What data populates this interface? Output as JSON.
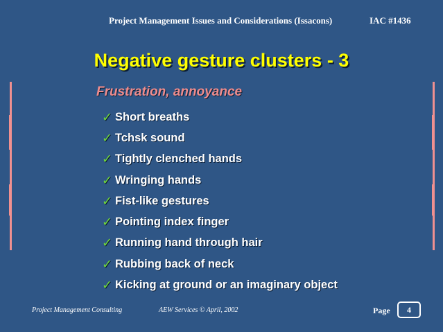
{
  "header": {
    "title": "Project Management Issues and Considerations (Issacons)",
    "code": "IAC #1436"
  },
  "slide": {
    "title": "Negative gesture clusters - 3",
    "subtitle": "Frustration, annoyance",
    "check_glyph": "✓",
    "bullets": [
      "Short breaths",
      "Tchsk sound",
      "Tightly clenched hands",
      "Wringing hands",
      "Fist-like gestures",
      "Pointing index finger",
      "Running hand through hair",
      "Rubbing back of neck",
      "Kicking at ground or an imaginary object"
    ]
  },
  "footer": {
    "company": "Project Management Consulting",
    "copyright": "AEW Services © April, 2002",
    "page_label": "Page",
    "page_number": "4"
  },
  "colors": {
    "background": "#2f5686",
    "title": "#ffff00",
    "subtitle": "#f08c8c",
    "check": "#6fd63a",
    "text": "#ffffff",
    "side_bars": "#f09090"
  }
}
